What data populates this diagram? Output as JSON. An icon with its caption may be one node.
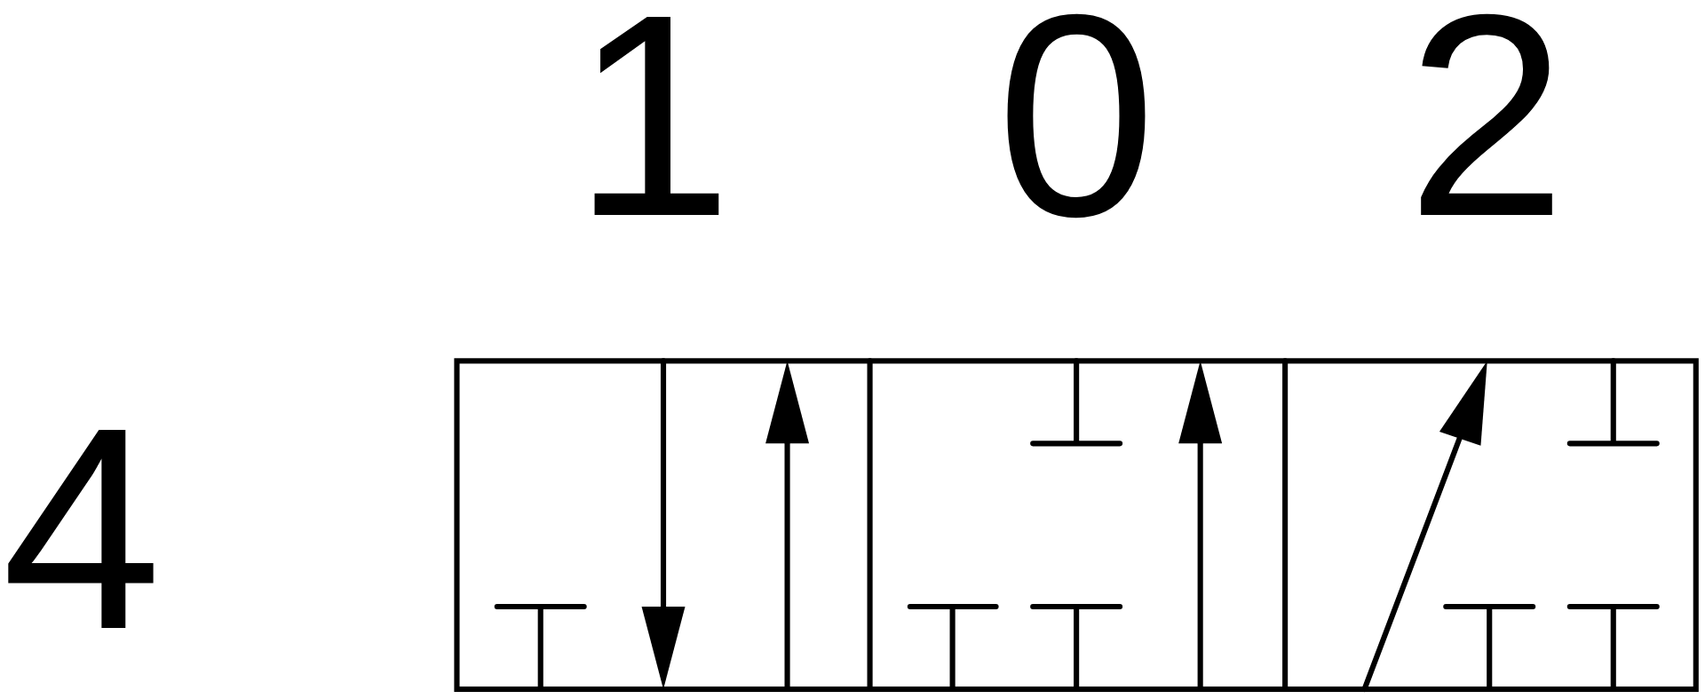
{
  "diagram": {
    "labels": [
      "1",
      "0",
      "2",
      "4"
    ]
  }
}
